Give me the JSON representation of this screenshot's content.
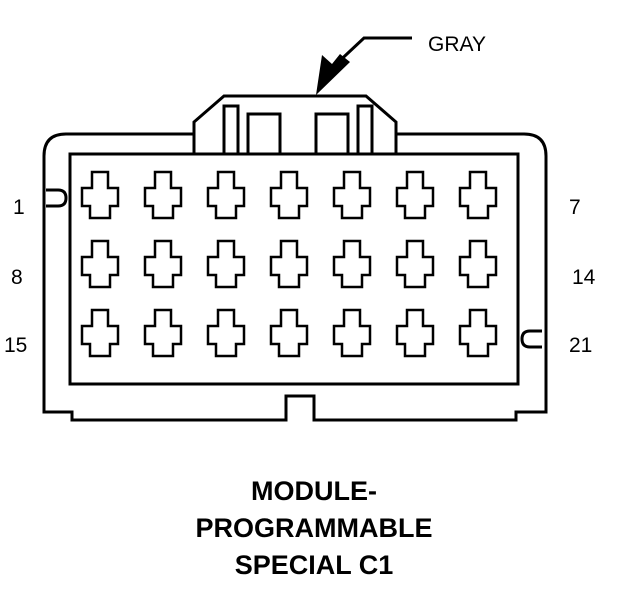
{
  "connector": {
    "color_callout": "GRAY",
    "rows": 3,
    "columns": 7,
    "pin_labels": {
      "row1_left": "1",
      "row1_right": "7",
      "row2_left": "8",
      "row2_right": "14",
      "row3_left": "15",
      "row3_right": "21"
    }
  },
  "title": {
    "line1": "MODULE-",
    "line2": "PROGRAMMABLE",
    "line3": "SPECIAL C1"
  }
}
